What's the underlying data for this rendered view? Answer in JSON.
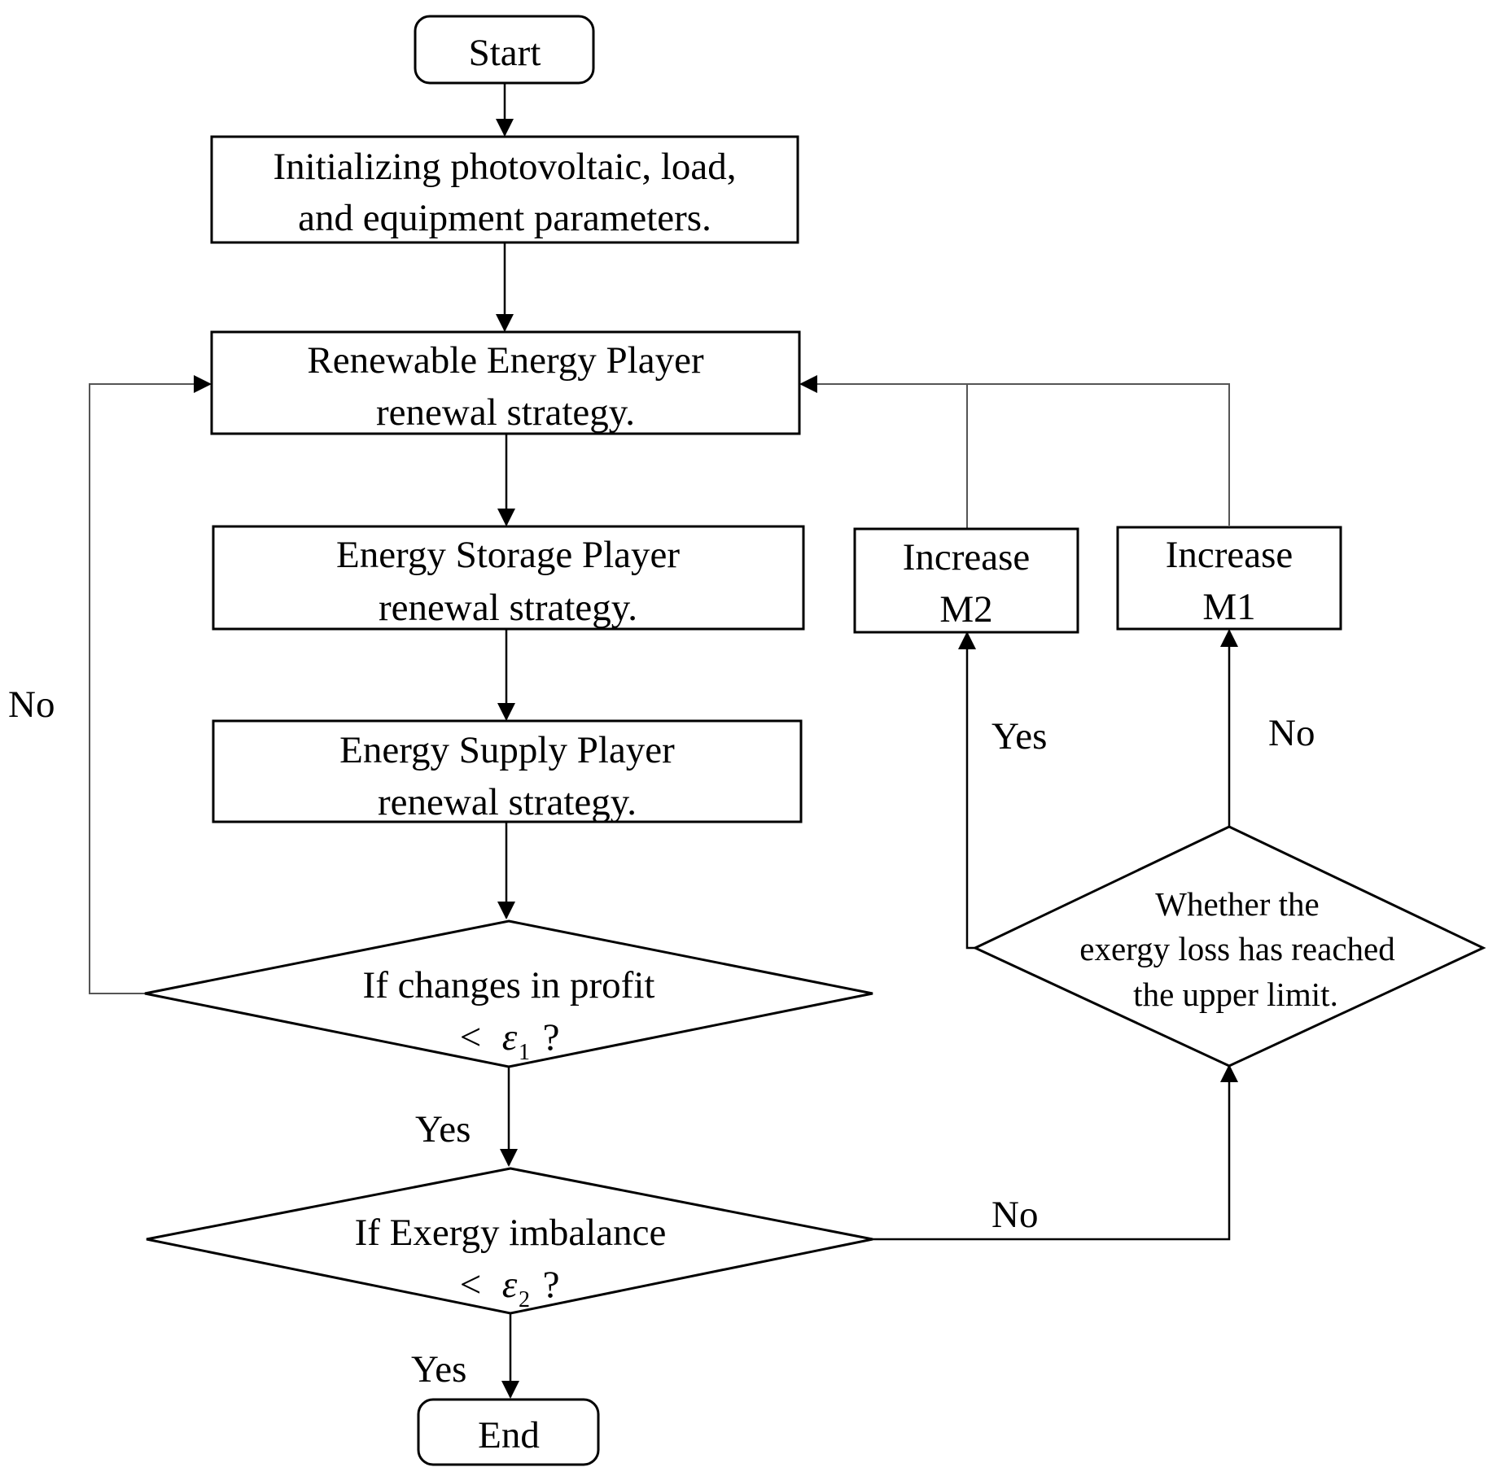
{
  "nodes": {
    "start": {
      "label": "Start"
    },
    "init": {
      "line1": "Initializing photovoltaic, load,",
      "line2": "and equipment parameters."
    },
    "renewable": {
      "line1": "Renewable Energy Player",
      "line2": "renewal strategy."
    },
    "storage": {
      "line1": "Energy Storage Player",
      "line2": "renewal strategy."
    },
    "supply": {
      "line1": "Energy Supply Player",
      "line2": "renewal strategy."
    },
    "profit_check": {
      "line1": "If changes in profit",
      "lt": "<",
      "epsilon": "ε",
      "sub": "1",
      "q": "?"
    },
    "exergy_check": {
      "line1": "If Exergy imbalance",
      "lt": "<",
      "epsilon": "ε",
      "sub": "2",
      "q": "?"
    },
    "limit_check": {
      "line1": "Whether the",
      "line2": "exergy loss has reached",
      "line3": "the upper limit."
    },
    "increase_m2": {
      "line1": "Increase",
      "line2": "M2"
    },
    "increase_m1": {
      "line1": "Increase",
      "line2": "M1"
    },
    "end": {
      "label": "End"
    }
  },
  "edges": {
    "profit_no": "No",
    "profit_yes": "Yes",
    "exergy_no": "No",
    "exergy_yes": "Yes",
    "limit_yes": "Yes",
    "limit_no": "No"
  },
  "colors": {
    "stroke": "#000000",
    "loop_line": "#555555",
    "background": "#ffffff"
  }
}
